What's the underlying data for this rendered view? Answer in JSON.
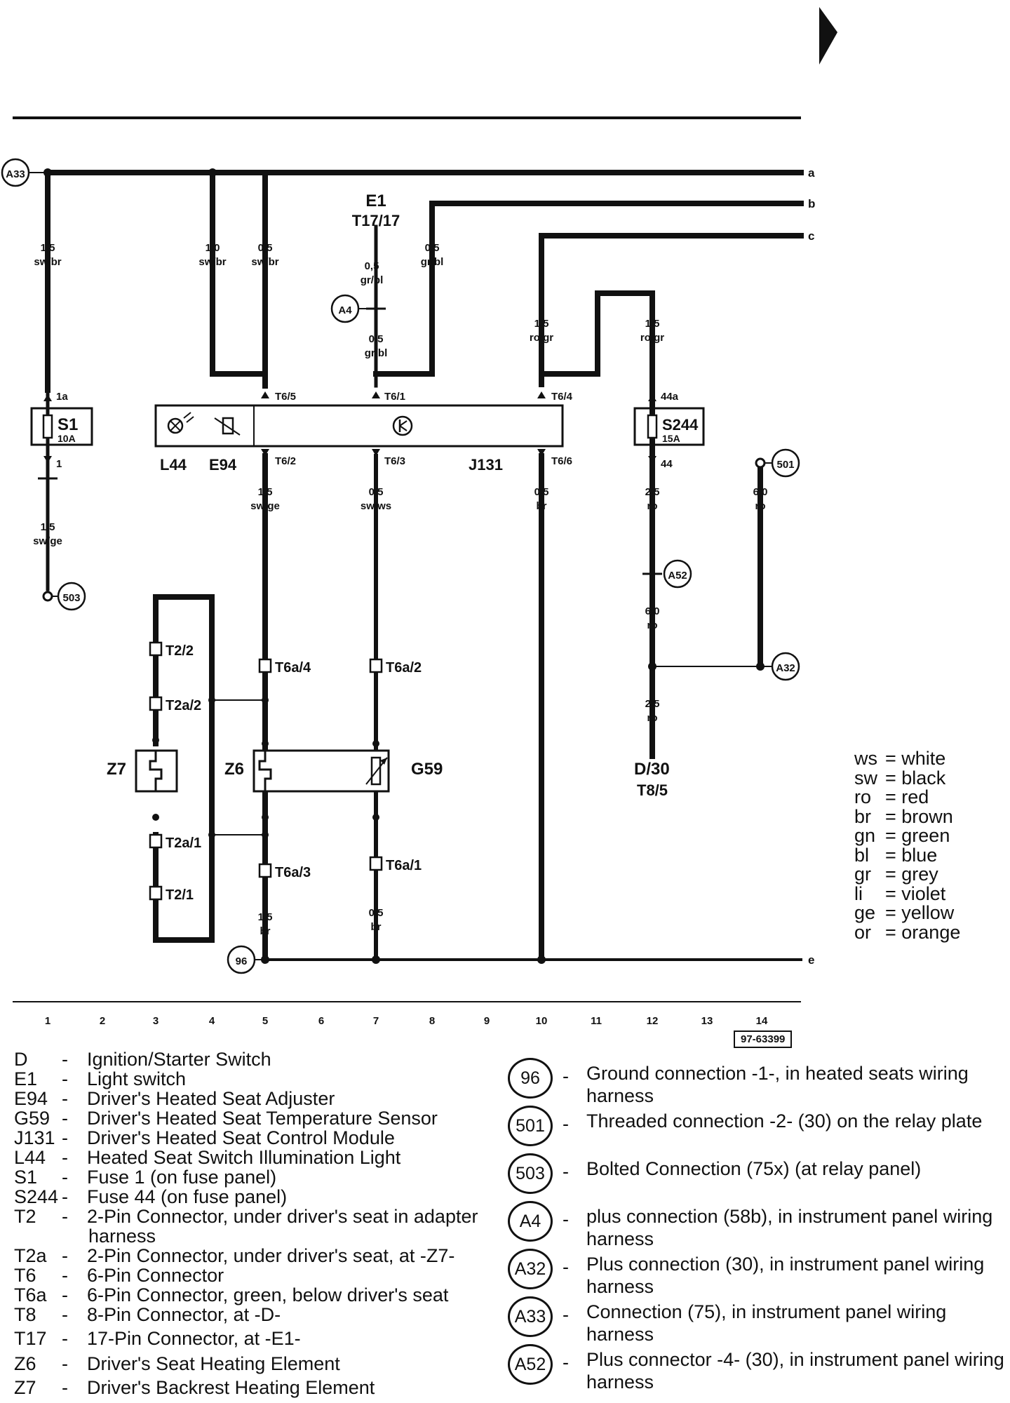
{
  "colors": {
    "ink": "#111111",
    "background": "#ffffff"
  },
  "page_marker_icon": "right-triangle-page-marker",
  "wires": [
    {
      "id": "w1",
      "size": "1,5",
      "color": "sw/br"
    },
    {
      "id": "w2",
      "size": "1,0",
      "color": "sw/br"
    },
    {
      "id": "w3",
      "size": "0,5",
      "color": "sw/br"
    },
    {
      "id": "w4",
      "size": "0,5",
      "color": "gr/bl"
    },
    {
      "id": "w5",
      "size": "0,5",
      "color": "gr/bl"
    },
    {
      "id": "w6",
      "size": "0,5",
      "color": "gr/bl"
    },
    {
      "id": "w7",
      "size": "1,5",
      "color": "ro/gr"
    },
    {
      "id": "w8",
      "size": "1,5",
      "color": "ro/gr"
    },
    {
      "id": "w9",
      "size": "1,5",
      "color": "sw/ge"
    },
    {
      "id": "w10",
      "size": "1,5",
      "color": "sw/ge"
    },
    {
      "id": "w11",
      "size": "0,5",
      "color": "sw/ws"
    },
    {
      "id": "w12",
      "size": "0,5",
      "color": "br"
    },
    {
      "id": "w13",
      "size": "2,5",
      "color": "ro"
    },
    {
      "id": "w14",
      "size": "6,0",
      "color": "ro"
    },
    {
      "id": "w15",
      "size": "6,0",
      "color": "ro"
    },
    {
      "id": "w16",
      "size": "2,5",
      "color": "ro"
    },
    {
      "id": "w17",
      "size": "1,5",
      "color": "br"
    },
    {
      "id": "w18",
      "size": "0,5",
      "color": "br"
    }
  ],
  "circles": {
    "A33": "A33",
    "A4": "A4",
    "A52": "A52",
    "A32": "A32",
    "501": "501",
    "503": "503",
    "96": "96"
  },
  "continuation_letters": [
    "a",
    "b",
    "c",
    "e"
  ],
  "component_labels": {
    "E1": "E1",
    "T17_17": "T17/17",
    "S1": "S1",
    "S1_rating": "10A",
    "S244": "S244",
    "S244_rating": "15A",
    "L44": "L44",
    "E94": "E94",
    "J131": "J131",
    "Z7": "Z7",
    "Z6": "Z6",
    "G59": "G59",
    "D_30": "D/30",
    "T8_5": "T8/5"
  },
  "pins": {
    "1a": "1a",
    "1": "1",
    "44a": "44a",
    "44": "44",
    "T6_5": "T6/5",
    "T6_1": "T6/1",
    "T6_4": "T6/4",
    "T6_2": "T6/2",
    "T6_3": "T6/3",
    "T6_6": "T6/6",
    "T6a_4": "T6a/4",
    "T6a_2": "T6a/2",
    "T6a_3": "T6a/3",
    "T6a_1": "T6a/1",
    "T2_2": "T2/2",
    "T2a_2": "T2a/2",
    "T2a_1": "T2a/1",
    "T2_1": "T2/1"
  },
  "track_numbers": [
    "1",
    "2",
    "3",
    "4",
    "5",
    "6",
    "7",
    "8",
    "9",
    "10",
    "11",
    "12",
    "13",
    "14"
  ],
  "reference_number": "97-63399",
  "color_key": [
    {
      "code": "ws",
      "name": "white"
    },
    {
      "code": "sw",
      "name": "black"
    },
    {
      "code": "ro",
      "name": "red"
    },
    {
      "code": "br",
      "name": "brown"
    },
    {
      "code": "gn",
      "name": "green"
    },
    {
      "code": "bl",
      "name": "blue"
    },
    {
      "code": "gr",
      "name": "grey"
    },
    {
      "code": "li",
      "name": "violet"
    },
    {
      "code": "ge",
      "name": "yellow"
    },
    {
      "code": "or",
      "name": "orange"
    }
  ],
  "legend": [
    {
      "code": "D",
      "desc": "Ignition/Starter Switch"
    },
    {
      "code": "E1",
      "desc": "Light switch"
    },
    {
      "code": "E94",
      "desc": "Driver's Heated Seat Adjuster"
    },
    {
      "code": "G59",
      "desc": "Driver's Heated Seat Temperature Sensor"
    },
    {
      "code": "J131",
      "desc": "Driver's Heated Seat Control Module"
    },
    {
      "code": "L44",
      "desc": "Heated Seat Switch Illumination Light"
    },
    {
      "code": "S1",
      "desc": "Fuse 1 (on fuse panel)"
    },
    {
      "code": "S244",
      "desc": "Fuse 44 (on fuse panel)"
    },
    {
      "code": "T2",
      "desc": "2-Pin Connector, under driver's seat in adapter",
      "desc2": "harness"
    },
    {
      "code": "T2a",
      "desc": "2-Pin Connector, under driver's seat, at -Z7-"
    },
    {
      "code": "T6",
      "desc": "6-Pin Connector"
    },
    {
      "code": "T6a",
      "desc": "6-Pin Connector, green, below driver's seat"
    },
    {
      "code": "T8",
      "desc": "8-Pin Connector, at -D-"
    },
    {
      "code": "T17",
      "desc": "17-Pin Connector, at -E1-"
    },
    {
      "code": "Z6",
      "desc": "Driver's Seat Heating Element"
    },
    {
      "code": "Z7",
      "desc": "Driver's Backrest Heating Element"
    }
  ],
  "ground_legend": [
    {
      "code": "96",
      "desc": "Ground connection -1-, in heated seats wiring harness"
    },
    {
      "code": "501",
      "desc": "Threaded connection -2- (30) on the relay plate"
    },
    {
      "code": "503",
      "desc": "Bolted Connection (75x) (at relay panel)"
    },
    {
      "code": "A4",
      "desc": "plus connection (58b), in instrument panel wiring harness"
    },
    {
      "code": "A32",
      "desc": "Plus connection (30), in instrument panel wiring harness"
    },
    {
      "code": "A33",
      "desc": "Connection (75), in instrument panel wiring harness"
    },
    {
      "code": "A52",
      "desc": "Plus connector -4- (30), in instrument panel wiring harness"
    }
  ]
}
